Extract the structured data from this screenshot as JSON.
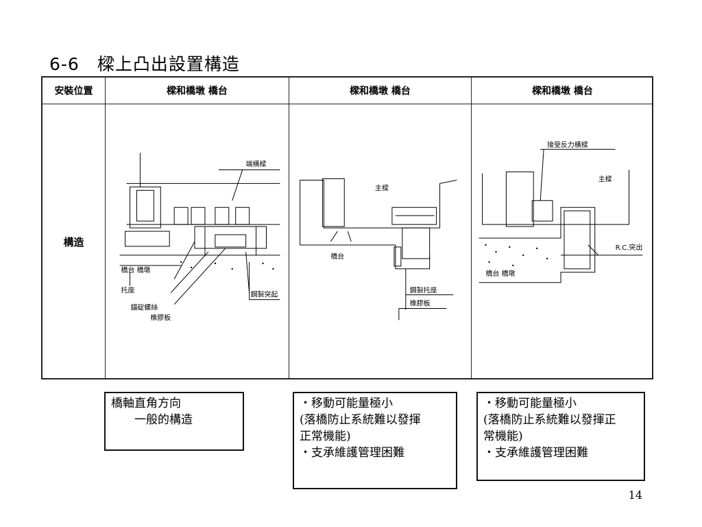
{
  "title": "6-6　樑上凸出設置構造",
  "table": {
    "header_label": "安裝位置",
    "row_label": "構造",
    "columns": [
      {
        "header": "樑和橋墩  橋台",
        "labels": {
          "end_beam": "端橫樑",
          "abutment_pier": "橋台  橋墩",
          "bearing": "托座",
          "anchor_bolt": "錨碇螺絲",
          "rubber_plate": "橡膠板",
          "steel_protrusion": "鋼製突起"
        }
      },
      {
        "header": "樑和橋墩  橋台",
        "labels": {
          "main_beam": "主樑",
          "abutment": "橋台",
          "steel_bracket": "鋼製托座",
          "rubber_plate": "橡膠板"
        }
      },
      {
        "header": "樑和橋墩  橋台",
        "labels": {
          "cross_beam": "接受反力橫樑",
          "main_beam": "主樑",
          "rc_protrusion": "R.C.突出",
          "abutment_pier": "橋台  橋墩"
        }
      }
    ]
  },
  "notes": [
    {
      "lines": [
        "橋軸直角方向",
        "　　一般的構造"
      ]
    },
    {
      "lines": [
        "・移動可能量極小",
        "(落橋防止系統難以發揮",
        "正常機能)",
        "・支承維護管理困難"
      ]
    },
    {
      "lines": [
        "・移動可能量極小",
        "(落橋防止系統難以發揮正",
        "常機能)",
        "・支承維護管理困難"
      ]
    }
  ],
  "page_number": "14"
}
